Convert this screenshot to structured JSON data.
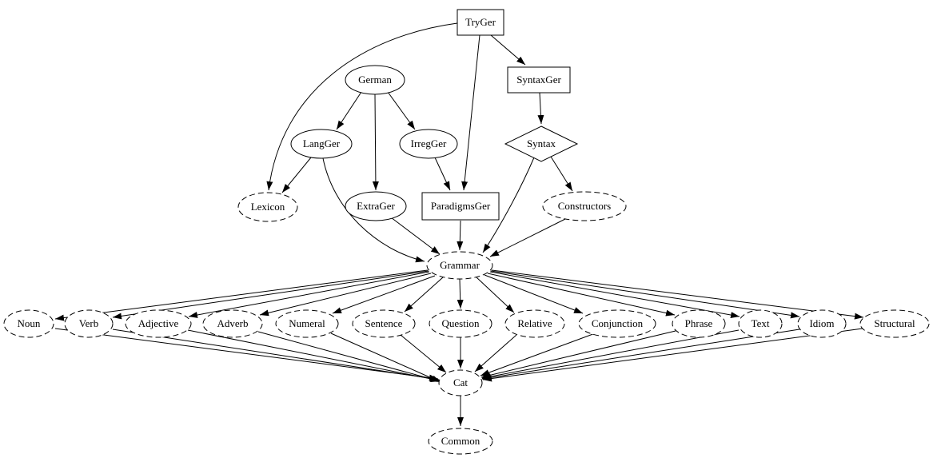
{
  "graph": {
    "type": "directed-graph",
    "description": "Module dependency graph",
    "background_color": "#ffffff",
    "stroke_color": "#000000",
    "text_color": "#000000",
    "nodes": [
      {
        "id": "TryGer",
        "label": "TryGer",
        "shape": "box",
        "style": "solid"
      },
      {
        "id": "SyntaxGer",
        "label": "SyntaxGer",
        "shape": "box",
        "style": "solid"
      },
      {
        "id": "German",
        "label": "German",
        "shape": "ellipse",
        "style": "solid"
      },
      {
        "id": "LangGer",
        "label": "LangGer",
        "shape": "ellipse",
        "style": "solid"
      },
      {
        "id": "IrregGer",
        "label": "IrregGer",
        "shape": "ellipse",
        "style": "solid"
      },
      {
        "id": "Syntax",
        "label": "Syntax",
        "shape": "diamond",
        "style": "solid"
      },
      {
        "id": "Lexicon",
        "label": "Lexicon",
        "shape": "ellipse",
        "style": "dashed"
      },
      {
        "id": "ExtraGer",
        "label": "ExtraGer",
        "shape": "ellipse",
        "style": "solid"
      },
      {
        "id": "ParadigmsGer",
        "label": "ParadigmsGer",
        "shape": "box",
        "style": "solid"
      },
      {
        "id": "Constructors",
        "label": "Constructors",
        "shape": "ellipse",
        "style": "dashed"
      },
      {
        "id": "Grammar",
        "label": "Grammar",
        "shape": "ellipse",
        "style": "dashed"
      },
      {
        "id": "Noun",
        "label": "Noun",
        "shape": "ellipse",
        "style": "dashed"
      },
      {
        "id": "Verb",
        "label": "Verb",
        "shape": "ellipse",
        "style": "dashed"
      },
      {
        "id": "Adjective",
        "label": "Adjective",
        "shape": "ellipse",
        "style": "dashed"
      },
      {
        "id": "Adverb",
        "label": "Adverb",
        "shape": "ellipse",
        "style": "dashed"
      },
      {
        "id": "Numeral",
        "label": "Numeral",
        "shape": "ellipse",
        "style": "dashed"
      },
      {
        "id": "Sentence",
        "label": "Sentence",
        "shape": "ellipse",
        "style": "dashed"
      },
      {
        "id": "Question",
        "label": "Question",
        "shape": "ellipse",
        "style": "dashed"
      },
      {
        "id": "Relative",
        "label": "Relative",
        "shape": "ellipse",
        "style": "dashed"
      },
      {
        "id": "Conjunction",
        "label": "Conjunction",
        "shape": "ellipse",
        "style": "dashed"
      },
      {
        "id": "Phrase",
        "label": "Phrase",
        "shape": "ellipse",
        "style": "dashed"
      },
      {
        "id": "Text",
        "label": "Text",
        "shape": "ellipse",
        "style": "dashed"
      },
      {
        "id": "Idiom",
        "label": "Idiom",
        "shape": "ellipse",
        "style": "dashed"
      },
      {
        "id": "Structural",
        "label": "Structural",
        "shape": "ellipse",
        "style": "dashed"
      },
      {
        "id": "Cat",
        "label": "Cat",
        "shape": "ellipse",
        "style": "dashed"
      },
      {
        "id": "Common",
        "label": "Common",
        "shape": "ellipse",
        "style": "dashed"
      }
    ],
    "edges": [
      {
        "from": "TryGer",
        "to": "SyntaxGer"
      },
      {
        "from": "TryGer",
        "to": "Lexicon"
      },
      {
        "from": "TryGer",
        "to": "ParadigmsGer"
      },
      {
        "from": "German",
        "to": "LangGer"
      },
      {
        "from": "German",
        "to": "IrregGer"
      },
      {
        "from": "German",
        "to": "ExtraGer"
      },
      {
        "from": "LangGer",
        "to": "Lexicon"
      },
      {
        "from": "LangGer",
        "to": "Grammar"
      },
      {
        "from": "IrregGer",
        "to": "ParadigmsGer"
      },
      {
        "from": "SyntaxGer",
        "to": "Syntax"
      },
      {
        "from": "Syntax",
        "to": "Grammar"
      },
      {
        "from": "Syntax",
        "to": "Constructors"
      },
      {
        "from": "ExtraGer",
        "to": "Grammar"
      },
      {
        "from": "ParadigmsGer",
        "to": "Grammar"
      },
      {
        "from": "Constructors",
        "to": "Grammar"
      },
      {
        "from": "Grammar",
        "to": "Noun"
      },
      {
        "from": "Grammar",
        "to": "Verb"
      },
      {
        "from": "Grammar",
        "to": "Adjective"
      },
      {
        "from": "Grammar",
        "to": "Adverb"
      },
      {
        "from": "Grammar",
        "to": "Numeral"
      },
      {
        "from": "Grammar",
        "to": "Sentence"
      },
      {
        "from": "Grammar",
        "to": "Question"
      },
      {
        "from": "Grammar",
        "to": "Relative"
      },
      {
        "from": "Grammar",
        "to": "Conjunction"
      },
      {
        "from": "Grammar",
        "to": "Phrase"
      },
      {
        "from": "Grammar",
        "to": "Text"
      },
      {
        "from": "Grammar",
        "to": "Idiom"
      },
      {
        "from": "Grammar",
        "to": "Structural"
      },
      {
        "from": "Noun",
        "to": "Cat"
      },
      {
        "from": "Verb",
        "to": "Cat"
      },
      {
        "from": "Adjective",
        "to": "Cat"
      },
      {
        "from": "Adverb",
        "to": "Cat"
      },
      {
        "from": "Numeral",
        "to": "Cat"
      },
      {
        "from": "Sentence",
        "to": "Cat"
      },
      {
        "from": "Question",
        "to": "Cat"
      },
      {
        "from": "Relative",
        "to": "Cat"
      },
      {
        "from": "Conjunction",
        "to": "Cat"
      },
      {
        "from": "Phrase",
        "to": "Cat"
      },
      {
        "from": "Text",
        "to": "Cat"
      },
      {
        "from": "Idiom",
        "to": "Cat"
      },
      {
        "from": "Structural",
        "to": "Cat"
      },
      {
        "from": "Cat",
        "to": "Common"
      }
    ]
  }
}
